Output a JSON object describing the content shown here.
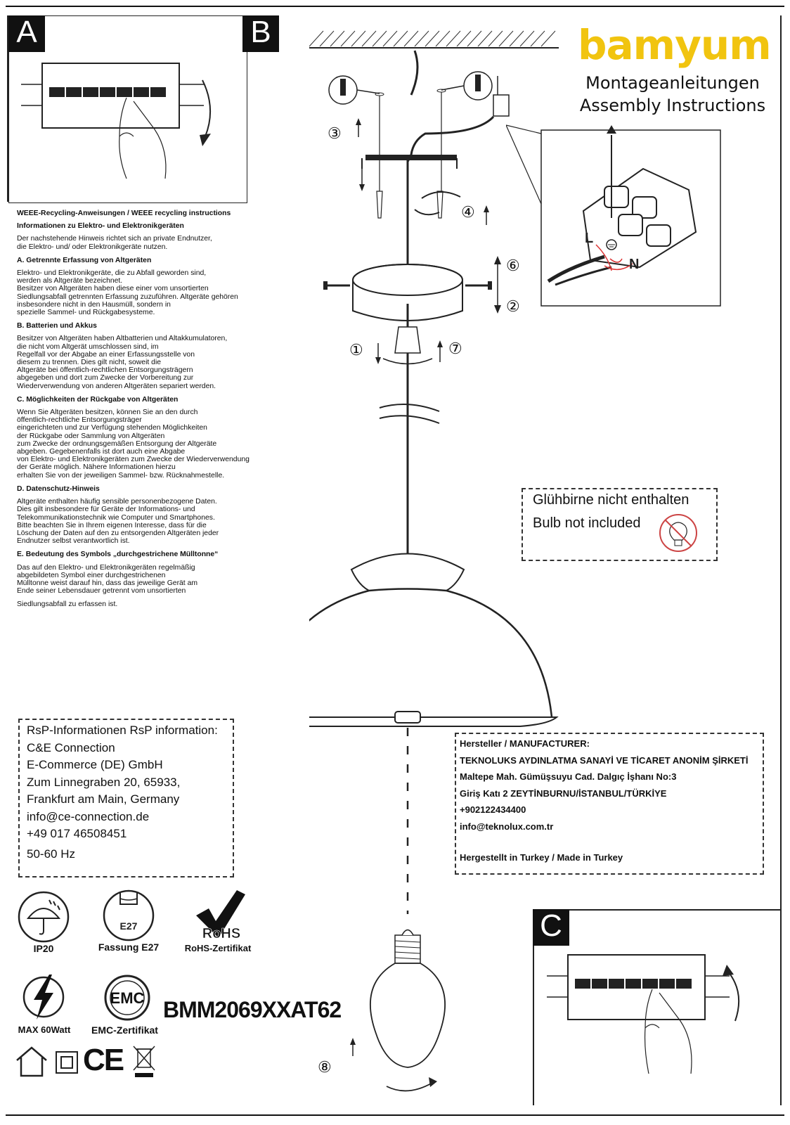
{
  "brand": {
    "name": "bamyum",
    "subtitle_de": "Montageanleitungen",
    "subtitle_en": "Assembly Instructions"
  },
  "panels": {
    "a": "A",
    "b": "B",
    "c": "C"
  },
  "weee": {
    "title": "WEEE-Recycling-Anweisungen / WEEE recycling instructions",
    "subtitle": "Informationen zu Elektro- und Elektronikgeräten",
    "intro": "Der nachstehende Hinweis richtet sich an private Endnutzer,\n die Elektro- und/ oder Elektronikgeräte nutzen.",
    "sections": [
      {
        "heading": "A. Getrennte Erfassung von Altgeräten",
        "body": "Elektro- und Elektronikgeräte, die zu Abfall geworden sind,\n werden als Altgeräte bezeichnet.\nBesitzer von Altgeräten haben diese einer vom unsortierten\nSiedlungsabfall getrennten Erfassung zuzuführen. Altgeräte gehören\ninsbesondere nicht in den Hausmüll, sondern in\nspezielle Sammel- und Rückgabesysteme."
      },
      {
        "heading": "B. Batterien und Akkus",
        "body": "Besitzer von Altgeräten haben Altbatterien und Altakkumulatoren,\n die nicht vom Altgerät umschlossen sind, im\nRegelfall vor der Abgabe an einer Erfassungsstelle von\ndiesem zu trennen. Dies gilt nicht, soweit die\nAltgeräte bei öffentlich-rechtlichen Entsorgungsträgern\nabgegeben und dort zum Zwecke der Vorbereitung zur\nWiederverwendung von anderen Altgeräten separiert werden."
      },
      {
        "heading": "C. Möglichkeiten der Rückgabe von Altgeräten",
        "body": "Wenn Sie Altgeräten besitzen, können Sie an den durch\nöffentlich-rechtliche Entsorgungsträger\neingerichteten und zur Verfügung stehenden Möglichkeiten\nder Rückgabe oder Sammlung von Altgeräten\n zum Zwecke der ordnungsgemäßen Entsorgung der Altgeräte\nabgeben. Gegebenenfalls ist dort auch eine Abgabe\n von Elektro- und Elektronikgeräten zum Zwecke der Wiederverwendung\nder Geräte möglich. Nähere Informationen hierzu\nerhalten Sie von der jeweiligen Sammel- bzw. Rücknahmestelle."
      },
      {
        "heading": "D. Datenschutz-Hinweis",
        "body": "Altgeräte enthalten häufig sensible personenbezogene Daten.\nDies gilt insbesondere für Geräte der Informations- und\nTelekommunikationstechnik wie Computer und Smartphones.\n Bitte beachten Sie in Ihrem eigenen Interesse, dass für die\nLöschung der Daten auf den zu entsorgenden Altgeräten jeder\nEndnutzer selbst verantwortlich ist."
      },
      {
        "heading": "E. Bedeutung des Symbols „durchgestrichene Mülltonne“",
        "body": "Das auf den Elektro- und Elektronikgeräten regelmäßig\n abgebildeten Symbol einer durchgestrichenen\nMülltonne weist darauf hin, dass das jeweilige Gerät am\nEnde seiner Lebensdauer getrennt vom unsortierten"
      }
    ],
    "footer": "Siedlungsabfall zu erfassen ist."
  },
  "bulb_note": {
    "de": "Glühbirne nicht enthalten",
    "en": "Bulb not included"
  },
  "wiring": {
    "l": "L",
    "n": "N"
  },
  "steps": [
    "①",
    "②",
    "③",
    "④",
    "⑥",
    "⑦",
    "⑧"
  ],
  "rsp": {
    "title": "RsP-Informationen RsP information:",
    "lines": [
      "C&E Connection",
      "E-Commerce (DE) GmbH",
      "Zum Linnegraben 20, 65933,",
      "Frankfurt am Main, Germany",
      "info@ce-connection.de",
      "+49 017 46508451",
      "50-60 Hz"
    ]
  },
  "manufacturer": {
    "title": "Hersteller / MANUFACTURER:",
    "lines": [
      "TEKNOLUKS AYDINLATMA SANAYİ VE TİCARET ANONİM ŞİRKETİ",
      "Maltepe Mah. Gümüşsuyu Cad. Dalgıç İşhanı No:3",
      "Giriş Katı 2 ZEYTİNBURNU/İSTANBUL/TÜRKİYE",
      "+902122434400",
      "info@teknolux.com.tr"
    ],
    "made_in": "Hergestellt in Turkey / Made in Turkey"
  },
  "certs": {
    "ip": "IP20",
    "socket_badge": "E27",
    "socket": "Fassung E27",
    "rohs_badge": "RoHS",
    "rohs": "RoHS-Zertifikat",
    "max": "MAX 60Watt",
    "emc_badge": "EMC",
    "emc": "EMC-Zertifikat",
    "ce": "CE"
  },
  "model": "BMM2069XXAT62"
}
